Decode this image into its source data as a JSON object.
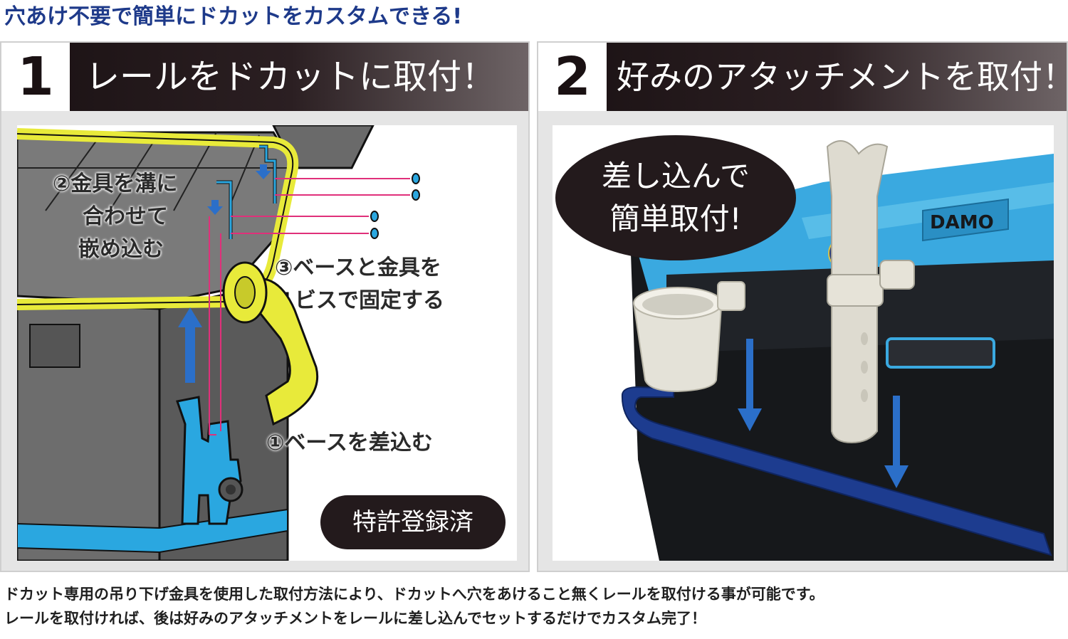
{
  "headline": "穴あけ不要で簡単にドカットをカスタムできる!",
  "steps": [
    {
      "number": "1",
      "title": "レールをドカットに取付！",
      "labels": {
        "fit_line1": "②金具を溝に",
        "fit_line2": "合わせて",
        "fit_line3": "嵌め込む",
        "fix_line1": "③ベースと金具を",
        "fix_line2": "ビスで固定する",
        "insert": "①ベースを差込む"
      },
      "badge": "特許登録済"
    },
    {
      "number": "2",
      "title": "好みのアタッチメントを取付！",
      "bubble_line1": "差し込んで",
      "bubble_line2": "簡単取付!",
      "brand": "DAMO"
    }
  ],
  "footer": {
    "line1": "ドカット専用の吊り下げ金具を使用した取付方法により、ドカットへ穴をあけること無くレールを取付ける事が可能です。",
    "line2": "レールを取付ければ、後は好みのアタッチメントをレールに差し込んでセットするだけでカスタム完了！"
  },
  "colors": {
    "headline": "#1e3a8a",
    "header_bg": "#1a1113",
    "box_yellow": "#e8ea3a",
    "rail_cyan": "#2aa7e0",
    "arrow_blue": "#2b6fc9",
    "guide_pink": "#e0307a",
    "lid_blue": "#3aa9e0",
    "rail_navy": "#1d3c8f"
  }
}
